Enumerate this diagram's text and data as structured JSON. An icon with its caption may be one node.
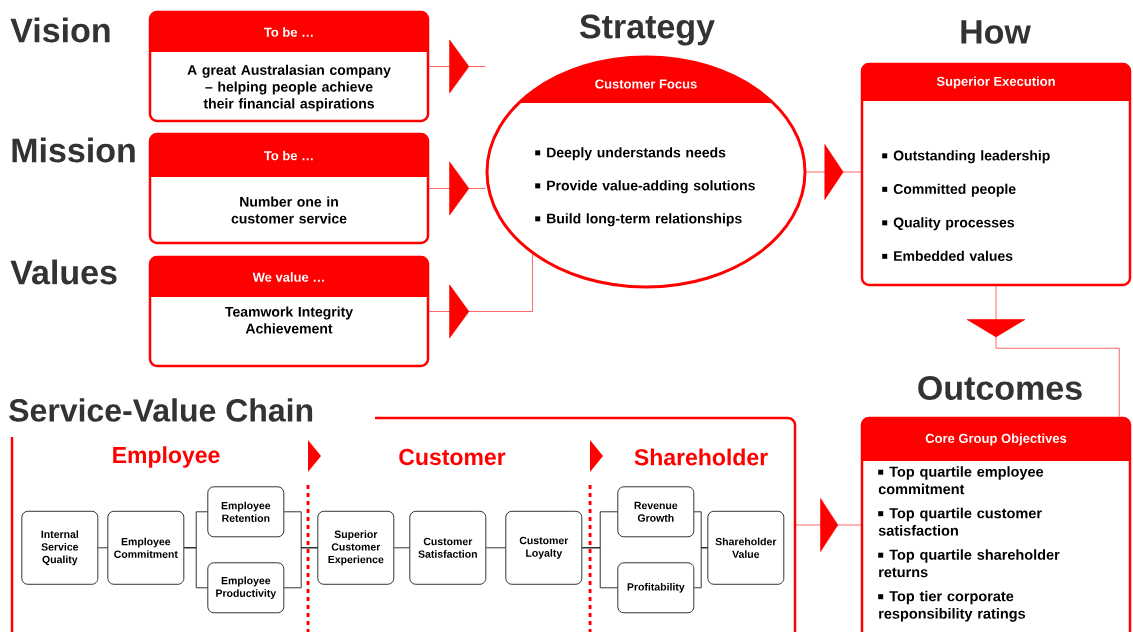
{
  "diagram": {
    "nodes": [
      {
        "text": [
          "To be …",
          "A great Australasian company – helping people achieve their financial aspirations"
        ],
        "beside": [
          "Vision"
        ]
      },
      {
        "text": [
          "To be …",
          "Number one in customer service"
        ],
        "beside": [
          "Mission"
        ]
      },
      {
        "text": [
          "We value …",
          "Teamwork Integrity Achievement"
        ],
        "beside": [
          "Values"
        ]
      },
      {
        "text": [
          "Customer Focus",
          "Deeply understands needs",
          "Provide value-adding solutions",
          "Build long-term relationships"
        ],
        "beside": [
          "Strategy"
        ]
      },
      {
        "text": [
          "Superior Execution",
          "Outstanding leadership",
          "Committed people",
          "Quality processes",
          "Embedded values"
        ],
        "beside": [
          "How"
        ]
      },
      {
        "text": [
          "Service-Value Chain"
        ]
      },
      {
        "text": [
          "Internal Service Quality"
        ],
        "in": 5
      },
      {
        "text": [
          "Employee Commitment"
        ],
        "in": 5
      },
      {
        "text": [
          "Employee Retention"
        ],
        "in": 5
      },
      {
        "text": [
          "Employee Productivity"
        ],
        "in": 5
      },
      {
        "text": [
          "Superior Customer Experience"
        ],
        "in": 5
      },
      {
        "text": [
          "Customer Satisfaction"
        ],
        "in": 5
      },
      {
        "text": [
          "Customer Loyalty"
        ],
        "in": 5
      },
      {
        "text": [
          "Revenue Growth"
        ],
        "in": 5
      },
      {
        "text": [
          "Profitability"
        ],
        "in": 5
      },
      {
        "text": [
          "Shareholder Value"
        ],
        "in": 5
      },
      {
        "text": [
          "Core Group Objectives",
          "Top quartile employee commitment",
          "Top quartile customer satisfaction",
          "Top quartile shareholder returns",
          "Top tier corporate responsibility ratings"
        ],
        "beside": [
          "Outcomes"
        ]
      }
    ],
    "edges": [
      {
        "from": 0,
        "to": 3,
        "arrow": "to",
        "color": "#ff0000"
      },
      {
        "from": 1,
        "to": 3,
        "arrow": "to",
        "color": "#ff0000"
      },
      {
        "from": 2,
        "to": 3,
        "arrow": "to",
        "color": "#ff0000"
      },
      {
        "from": 3,
        "to": 4,
        "arrow": "to",
        "color": "#ff0000"
      },
      {
        "from": 4,
        "to": 16,
        "arrow": "to",
        "color": "#ff0000"
      },
      {
        "from": 5,
        "to": 16,
        "arrow": "to",
        "color": "#ff0000"
      },
      {
        "from": 6,
        "to": 7,
        "arrow": "none"
      },
      {
        "from": 7,
        "to": 8,
        "arrow": "none"
      },
      {
        "from": 7,
        "to": 9,
        "arrow": "none"
      },
      {
        "from": 8,
        "to": 10,
        "arrow": "none"
      },
      {
        "from": 9,
        "to": 10,
        "arrow": "none"
      },
      {
        "from": 10,
        "to": 11,
        "arrow": "none"
      },
      {
        "from": 11,
        "to": 12,
        "arrow": "none"
      },
      {
        "from": 12,
        "to": 13,
        "arrow": "none"
      },
      {
        "from": 12,
        "to": 14,
        "arrow": "none"
      },
      {
        "from": 13,
        "to": 15,
        "arrow": "none"
      },
      {
        "from": 14,
        "to": 15,
        "arrow": "none"
      }
    ],
    "labels": [
      "Employee",
      "Customer",
      "Shareholder"
    ]
  }
}
